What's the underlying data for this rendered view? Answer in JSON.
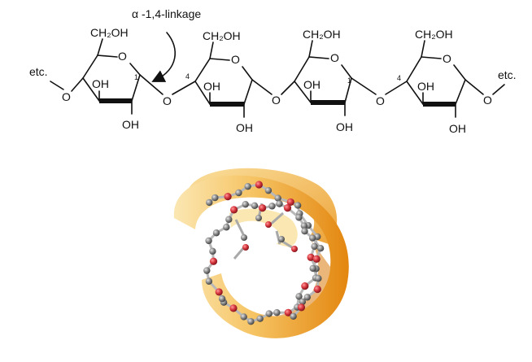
{
  "structure": {
    "linkage_label": "α -1,4-linkage",
    "etc_left": "etc.",
    "etc_right": "etc.",
    "ch2oh": "CH₂OH",
    "oh": "OH",
    "o": "O",
    "c1": "1",
    "c4": "4"
  },
  "helix_model": {
    "ribbon_color_light": "#f8e2a6",
    "ribbon_color_mid": "#f3b13c",
    "ribbon_color_dark": "#e58a12",
    "carbon_color": "#8a8a8a",
    "oxygen_color": "#d6363e"
  }
}
